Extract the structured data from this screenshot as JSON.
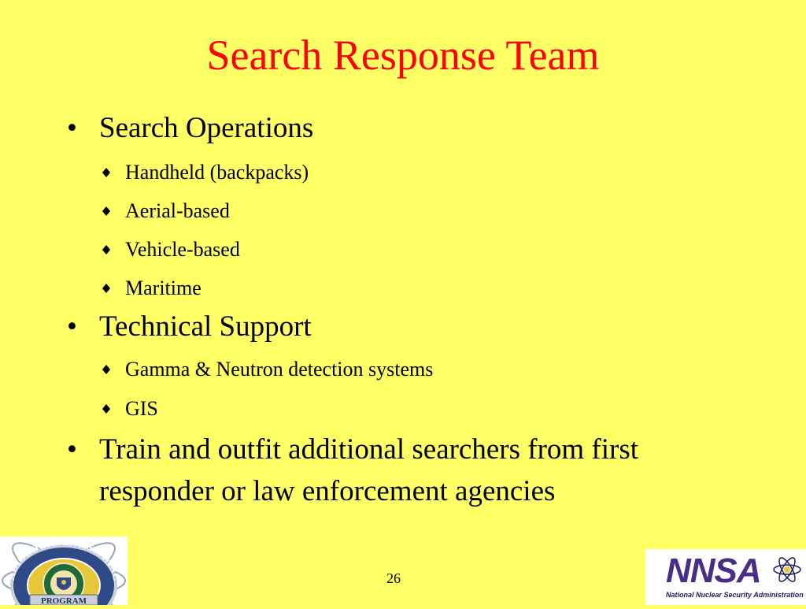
{
  "slide": {
    "title": "Search Response Team",
    "bullets": [
      {
        "text": "Search Operations",
        "sub": [
          "Handheld (backpacks)",
          "Aerial-based",
          "Vehicle-based",
          "Maritime"
        ]
      },
      {
        "text": "Technical Support",
        "sub": [
          "Gamma & Neutron detection systems",
          "GIS"
        ]
      },
      {
        "text": "Train and outfit additional searchers from first responder or law enforcement agencies",
        "sub": []
      }
    ],
    "page_number": "26"
  },
  "logos": {
    "left": {
      "icon": "radiological-assistance-program-seal",
      "text_top": "RADIOLOGICAL ASSISTANCE",
      "text_bottom": "PROGRAM"
    },
    "right": {
      "icon": "nnsa-logo",
      "wordmark": "NNSA",
      "subtitle": "National Nuclear Security Administration"
    }
  },
  "colors": {
    "background": "#FFFF66",
    "title": "#FF0000",
    "text": "#000000",
    "nnsa_purple": "#4A2E85"
  }
}
